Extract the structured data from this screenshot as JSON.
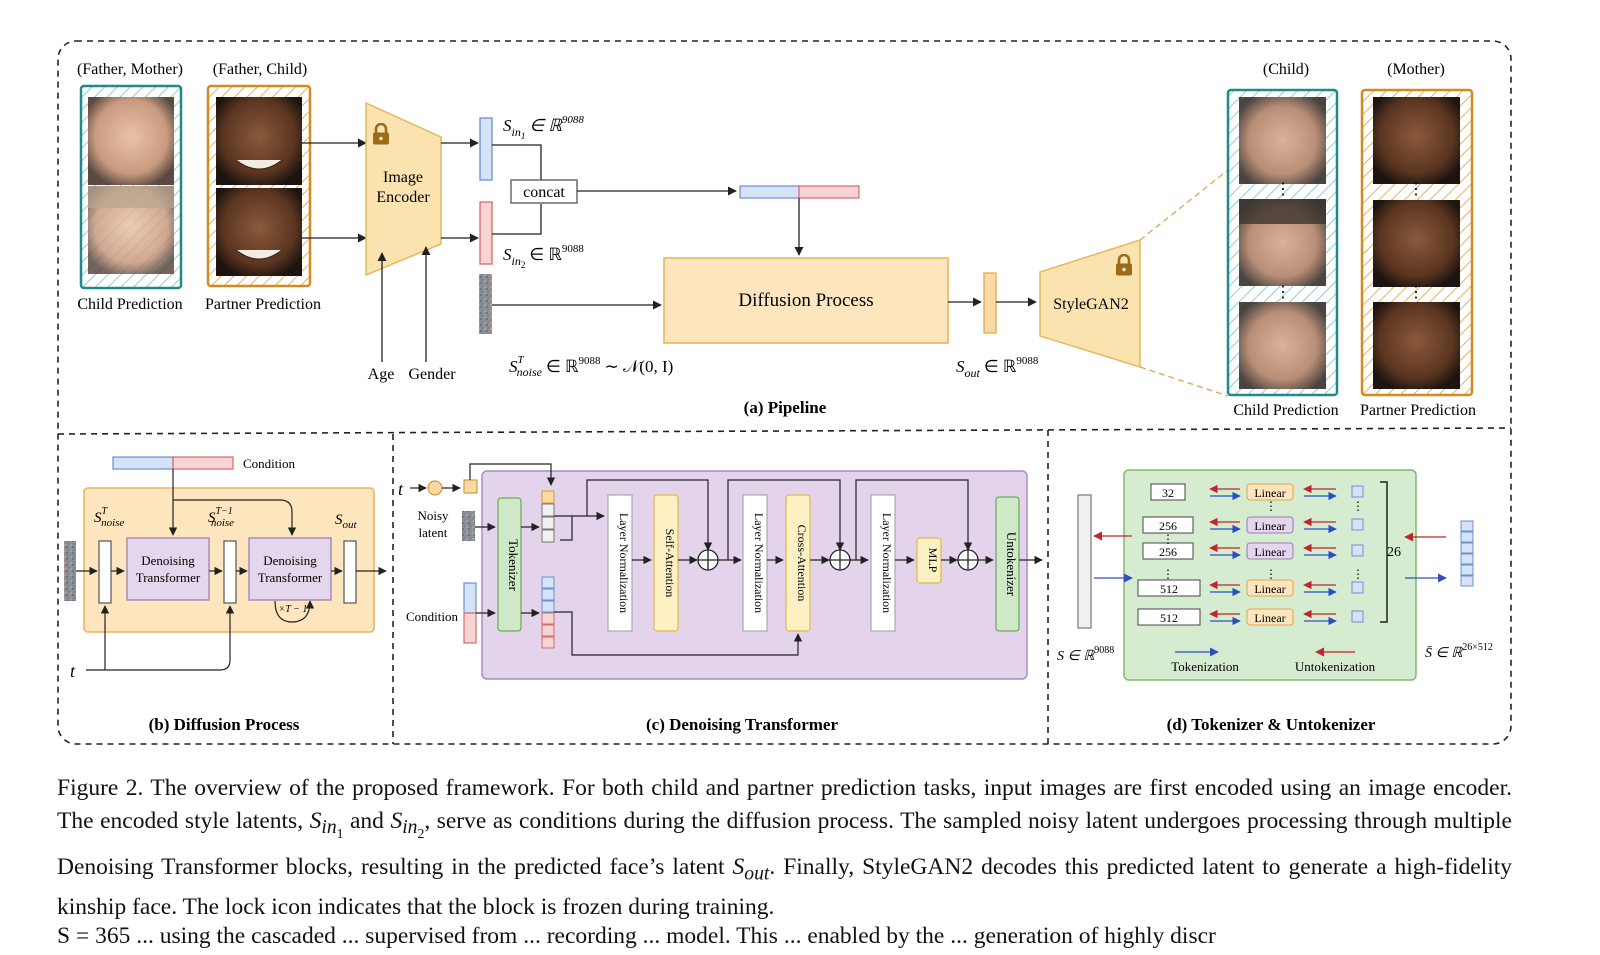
{
  "labels": {
    "father_mother": "(Father, Mother)",
    "father_child": "(Father, Child)",
    "child_prediction": "Child Prediction",
    "partner_prediction": "Partner Prediction",
    "image_encoder_line1": "Image",
    "image_encoder_line2": "Encoder",
    "age": "Age",
    "gender": "Gender",
    "s_in1": "S",
    "s_in1_sub": "in",
    "s_in1_subsub": "1",
    "s_in2": "S",
    "s_in2_sub": "in",
    "s_in2_subsub": "2",
    "in_r": "∈ ℝ",
    "dim": "9088",
    "concat": "concat",
    "diffusion_process": "Diffusion Process",
    "s_noise": "S",
    "s_noise_sup": "T",
    "s_noise_sub": "noise",
    "noise_dist": "∼ 𝒩(0, I)",
    "s_out": "S",
    "s_out_sub": "out",
    "stylegan": "StyleGAN2",
    "child": "(Child)",
    "mother": "(Mother)",
    "pipeline_caption": "(a) Pipeline"
  },
  "panel_b": {
    "condition": "Condition",
    "s_noise_T": "S",
    "sup_T": "T",
    "sub_noise": "noise",
    "sup_T1": "T−1",
    "s_out": "S",
    "sub_out": "out",
    "denoise_1": "Denoising",
    "denoise_2": "Transformer",
    "repeat": "×T − 1",
    "t": "t",
    "caption": "(b) Diffusion Process"
  },
  "panel_c": {
    "t": "t",
    "noisy_1": "Noisy",
    "noisy_2": "latent",
    "condition": "Condition",
    "tokenizer": "Tokenizer",
    "layer_norm": "Layer Normalization",
    "self_attention": "Self-Attention",
    "cross_attention": "Cross-Attention",
    "mlp": "MLP",
    "untokenizer": "Untokenizer",
    "caption": "(c) Denoising Transformer"
  },
  "panel_d": {
    "dims": [
      "32",
      "256",
      "256",
      "512",
      "512"
    ],
    "linear": "Linear",
    "dots": "⋮",
    "count": "26",
    "tokenization": "Tokenization",
    "untokenization": "Untokenization",
    "s_left": "S ∈ ℝ",
    "s_left_sup": "9088",
    "s_right": "S̄ ∈ ℝ",
    "s_right_sup": "26×512",
    "caption": "(d) Tokenizer & Untokenizer"
  },
  "caption": {
    "fig": "Figure 2.",
    "p1": " The overview of the proposed framework. For both child and partner prediction tasks, input images are first encoded using an image encoder. The encoded style latents, ",
    "s": "S",
    "in1": "in",
    "one": "1",
    "and": " and ",
    "in2": "in",
    "two": "2",
    "p2": ", serve as conditions during the diffusion process. The sampled noisy latent undergoes processing through multiple Denoising Transformer blocks, resulting in the predicted face’s latent ",
    "out": "out",
    "p3": ". Finally, StyleGAN2 decodes this predicted latent to generate a high-fidelity kinship face. The lock icon indicates that the block is frozen during training."
  },
  "body_text": "S = 365 ... using the cascaded ... supervised from ... recording ... model. This ... enabled by the ... generation of highly discr"
}
